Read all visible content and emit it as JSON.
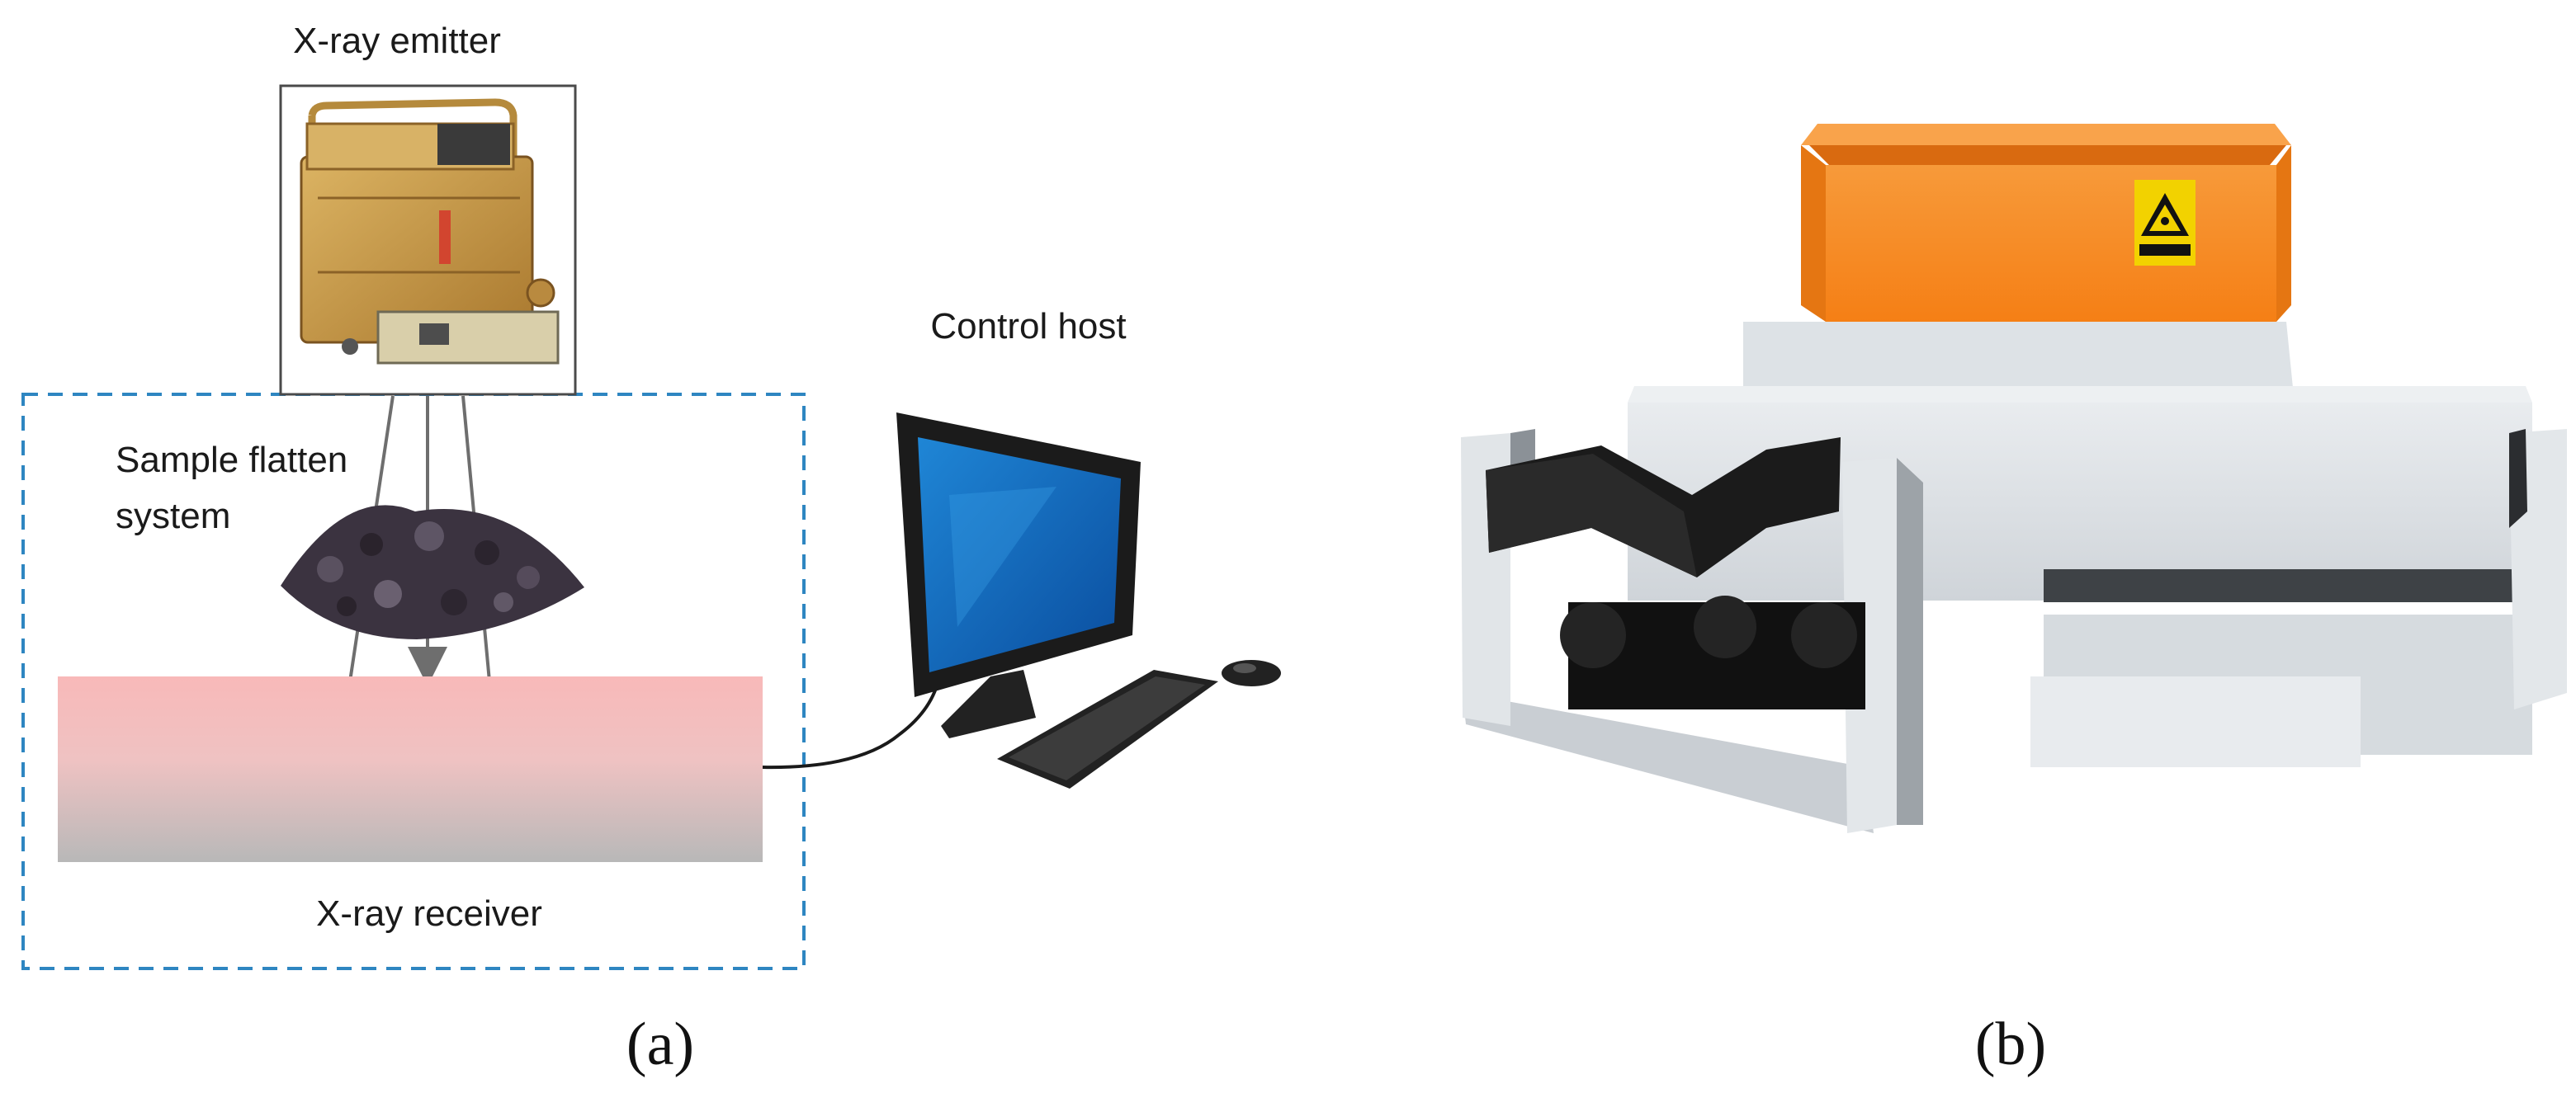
{
  "panel_a": {
    "caption": "(a)",
    "labels": {
      "emitter": "X-ray emitter",
      "control": "Control host",
      "flatten_line1": "Sample flatten",
      "flatten_line2": "system",
      "receiver": "X-ray receiver"
    }
  },
  "panel_b": {
    "caption": "(b)"
  },
  "colors": {
    "dashed_box": "#2e86c1",
    "receiver_top": "#f7b8b8",
    "receiver_bottom": "#bdbdbd",
    "emitter_body": "#c99a45",
    "enclosure_orange": "#f7891f",
    "housing_grey": "#dfe3e7",
    "belt_black": "#1b1b1b"
  },
  "icons": [
    "xray-emitter-device-icon",
    "coal-sample-icon",
    "computer-monitor-icon",
    "keyboard-icon",
    "mouse-icon",
    "radiation-warning-icon"
  ]
}
